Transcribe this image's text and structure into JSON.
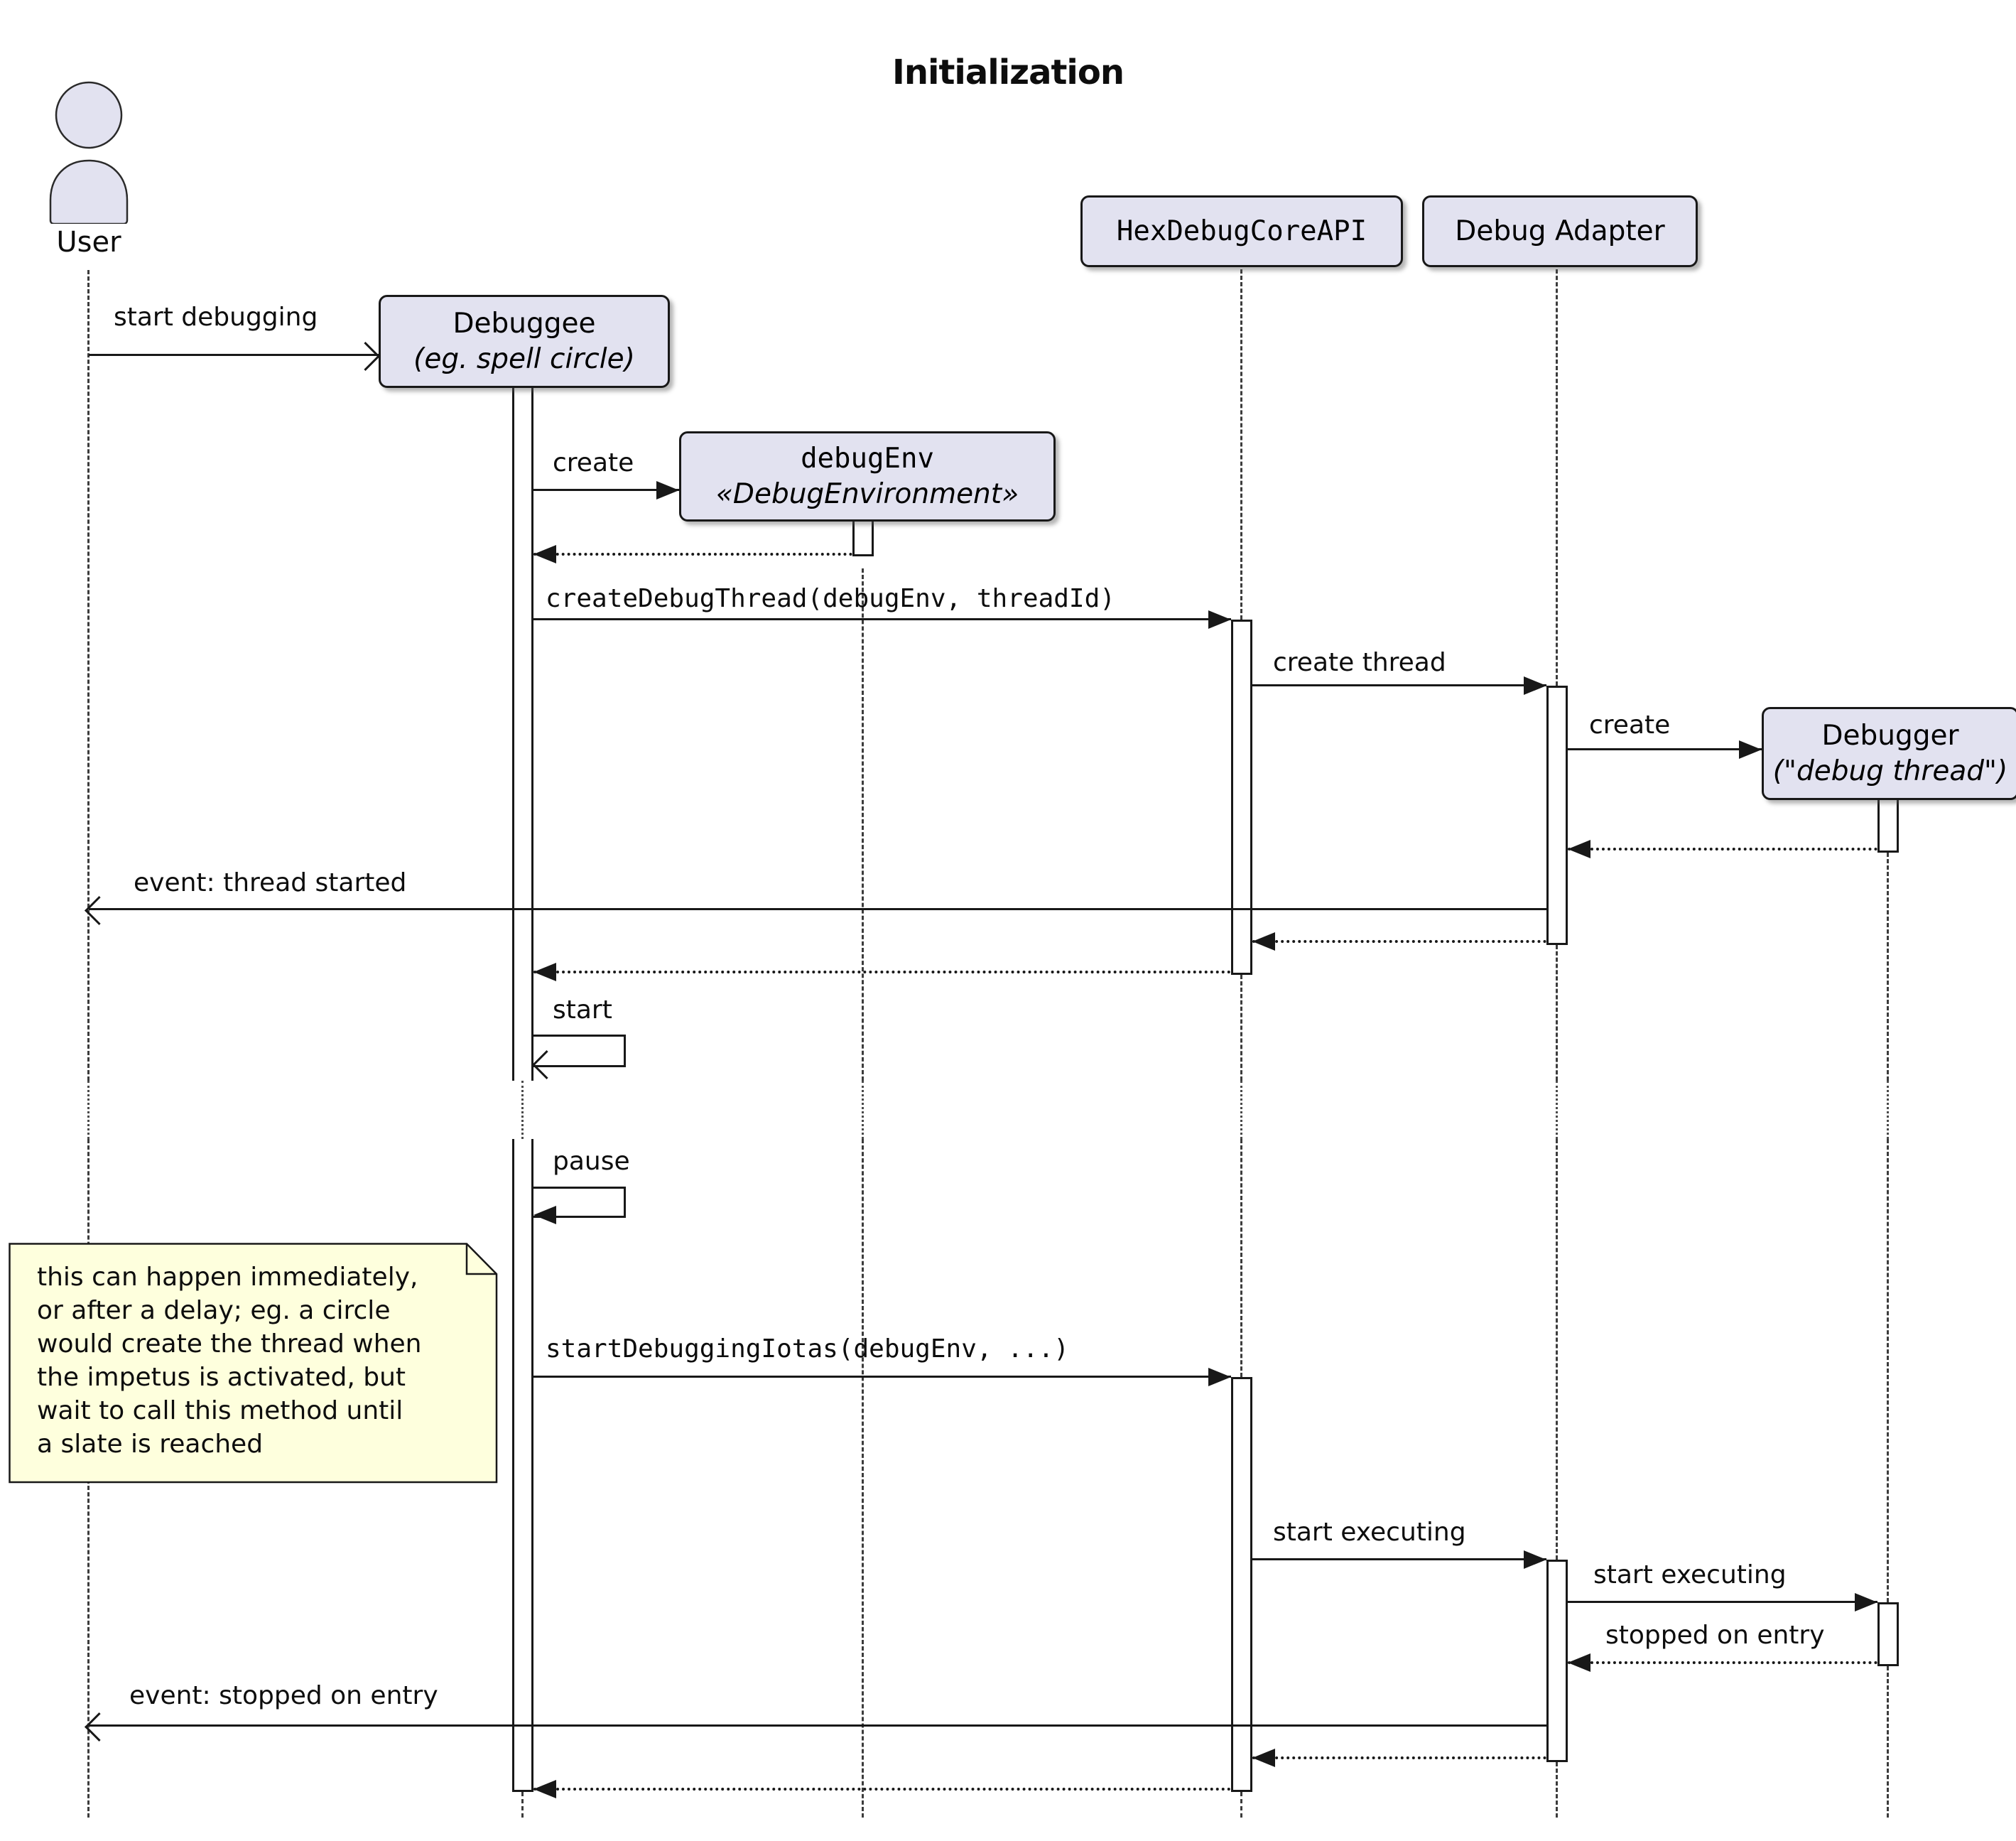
{
  "title": "Initialization",
  "colors": {
    "participant_fill": "#E2E2F0",
    "participant_border": "#181818",
    "note_fill": "#FEFFDD",
    "line": "#181818",
    "background": "#FFFFFF"
  },
  "actors": {
    "user": {
      "label": "User"
    }
  },
  "participants": {
    "debuggee": {
      "label": "Debuggee",
      "sublabel": "(eg. spell circle)"
    },
    "debugenv": {
      "label": "debugEnv",
      "sublabel": "«DebugEnvironment»"
    },
    "hexdebugcoreapi": {
      "label": "HexDebugCoreAPI"
    },
    "debug_adapter": {
      "label": "Debug Adapter"
    },
    "debugger": {
      "label": "Debugger",
      "sublabel": "(\"debug thread\")"
    }
  },
  "messages": {
    "start_debugging": {
      "label": "start debugging"
    },
    "create_debugenv": {
      "label": "create"
    },
    "create_debug_thread": {
      "label": "createDebugThread(debugEnv, threadId)"
    },
    "create_thread": {
      "label": "create thread"
    },
    "create_debugger": {
      "label": "create"
    },
    "event_thread_started": {
      "label": "event: thread started"
    },
    "start_self": {
      "label": "start"
    },
    "pause_self": {
      "label": "pause"
    },
    "start_debugging_iotas": {
      "label": "startDebuggingIotas(debugEnv, ...)"
    },
    "start_executing_core_to_adapter": {
      "label": "start executing"
    },
    "start_executing_adapter_to_debugger": {
      "label": "start executing"
    },
    "stopped_on_entry": {
      "label": "stopped on entry"
    },
    "event_stopped_on_entry": {
      "label": "event: stopped on entry"
    }
  },
  "note": {
    "text": "this can happen immediately,\nor after a delay; eg. a circle\nwould create the thread when\nthe impetus is activated, but\nwait to call this method until\na slate is reached"
  }
}
